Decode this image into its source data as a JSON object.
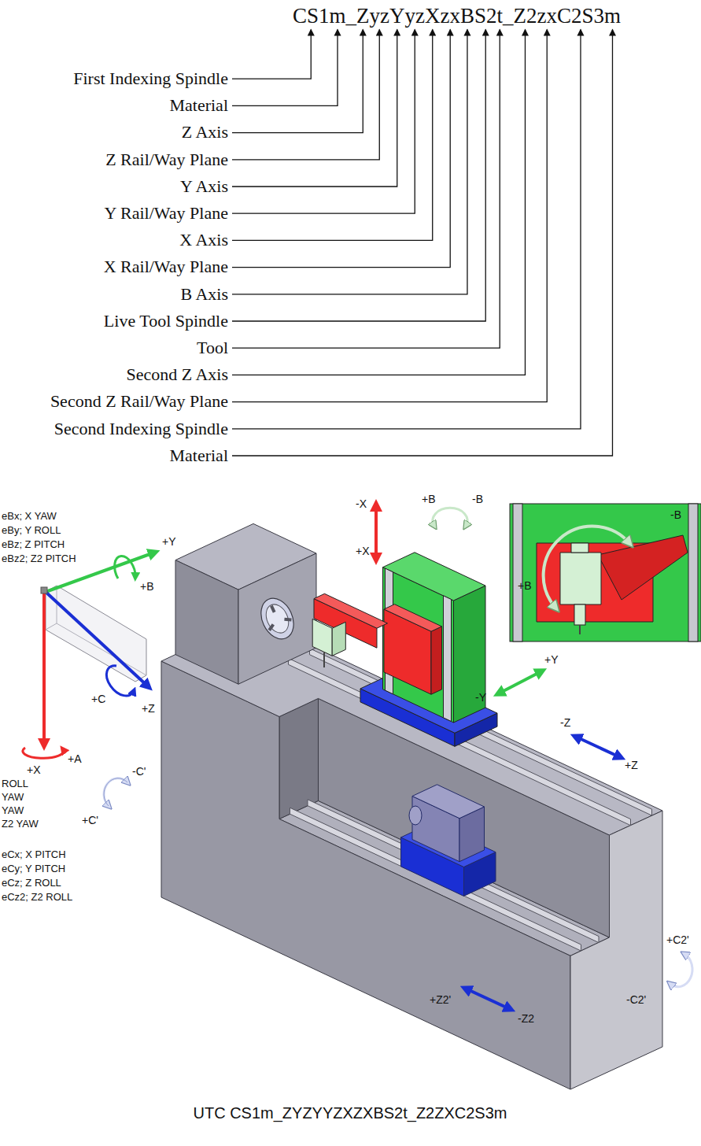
{
  "diagram": {
    "caption": "UTC CS1m_ZYZYYZXZXBS2t_Z2ZXC2S3m",
    "labels": [
      "CS1m_ZyzYyzXzxBS2t_Z2zxC2S3m",
      "First Indexing Spindle",
      "Material",
      "Z Axis",
      "Z Rail/Way Plane",
      "Y Axis",
      "Y Rail/Way Plane",
      "X Axis",
      "X Rail/Way Plane",
      "B Axis",
      "Live Tool Spindle",
      "Tool",
      "Second Z Axis",
      "Second Z Rail/Way Plane",
      "Second Indexing Spindle",
      "Material",
      "eBx; X YAW",
      "eBy; Y ROLL",
      "eBz; Z PITCH",
      "eBz2; Z2 PITCH",
      "+Y",
      "+B",
      "eCx; X PITCH",
      "eCy; Y PITCH",
      "eCz; Z ROLL",
      "eCz2; Z2 ROLL",
      "+C",
      "+Z",
      "+X",
      "+A",
      "ROLL",
      "YAW",
      "YAW",
      "Z2 YAW",
      "-C'",
      "+C'",
      "-X",
      "+X",
      "+B",
      "-B",
      "+Y",
      "-Y",
      "-Z",
      "+Z",
      "+Z2'",
      "-Z2",
      "+C2'",
      "-C2'",
      "-B",
      "+B"
    ]
  }
}
